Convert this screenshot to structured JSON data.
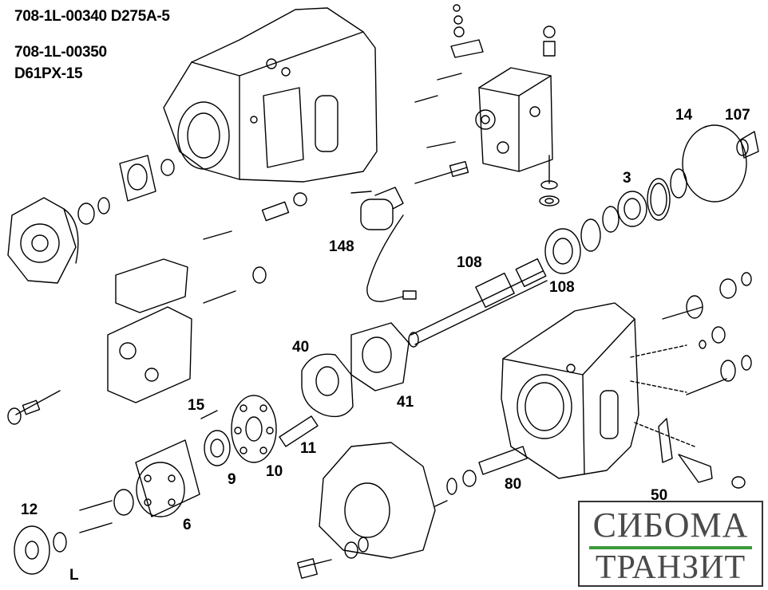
{
  "header": {
    "line1": "708-1L-00340 D275A-5",
    "line2": "708-1L-00350",
    "line3": "D61PX-15"
  },
  "callouts": {
    "c14": "14",
    "c107": "107",
    "c3": "3",
    "c148": "148",
    "c108a": "108",
    "c108b": "108",
    "c40": "40",
    "c41": "41",
    "c15": "15",
    "c11": "11",
    "c10": "10",
    "c9": "9",
    "c80": "80",
    "c50": "50",
    "c12": "12",
    "c6": "6",
    "cL": "L"
  },
  "watermark": {
    "top": "СИБОМА",
    "bottom": "ТРАНЗИТ",
    "accent_color": "#3c9a3a"
  }
}
